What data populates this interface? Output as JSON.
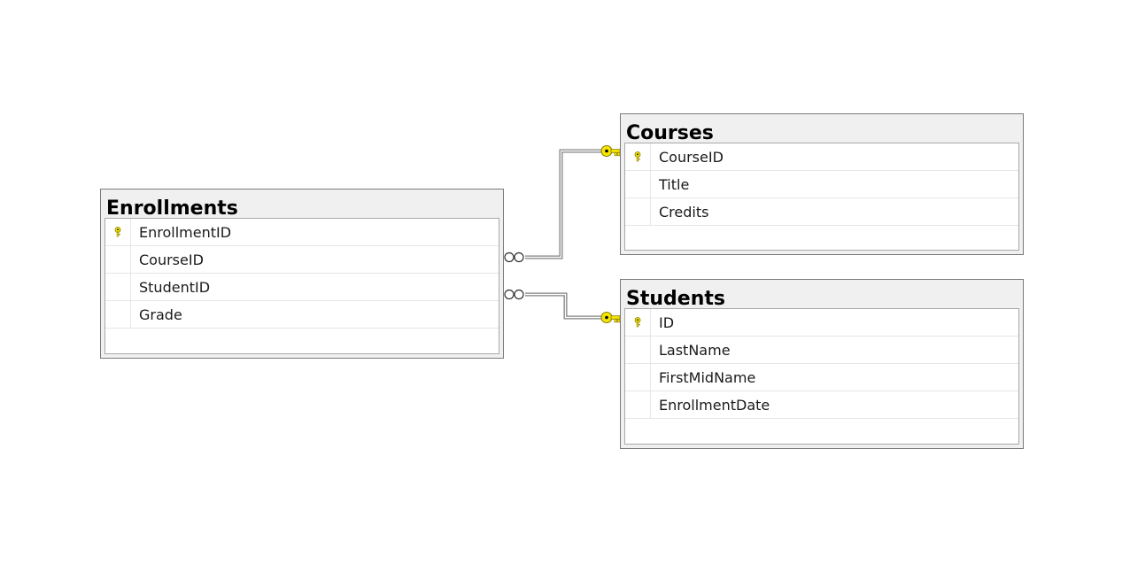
{
  "tables": {
    "enrollments": {
      "name": "Enrollments",
      "columns": [
        {
          "name": "EnrollmentID",
          "primary_key": true
        },
        {
          "name": "CourseID",
          "primary_key": false
        },
        {
          "name": "StudentID",
          "primary_key": false
        },
        {
          "name": "Grade",
          "primary_key": false
        }
      ]
    },
    "courses": {
      "name": "Courses",
      "columns": [
        {
          "name": "CourseID",
          "primary_key": true
        },
        {
          "name": "Title",
          "primary_key": false
        },
        {
          "name": "Credits",
          "primary_key": false
        }
      ]
    },
    "students": {
      "name": "Students",
      "columns": [
        {
          "name": "ID",
          "primary_key": true
        },
        {
          "name": "LastName",
          "primary_key": false
        },
        {
          "name": "FirstMidName",
          "primary_key": false
        },
        {
          "name": "EnrollmentDate",
          "primary_key": false
        }
      ]
    }
  },
  "relationships": [
    {
      "from_table": "Enrollments",
      "from_column": "CourseID",
      "to_table": "Courses",
      "to_column": "CourseID",
      "from_end": "many-infinity-icon",
      "to_end": "one-key-icon"
    },
    {
      "from_table": "Enrollments",
      "from_column": "StudentID",
      "to_table": "Students",
      "to_column": "ID",
      "from_end": "many-infinity-icon",
      "to_end": "one-key-icon"
    }
  ],
  "colors": {
    "key": "#f5e600",
    "header_bg": "#f0f0f0",
    "border": "#7a7a7a"
  }
}
